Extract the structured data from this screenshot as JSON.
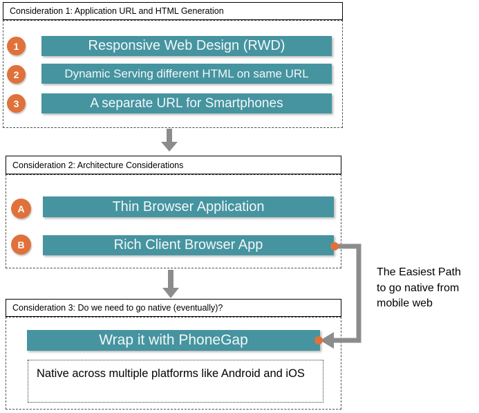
{
  "colors": {
    "teal_bar": "#4594A0",
    "orange_badge": "#E0713A",
    "gray_arrow": "#8C8C8C",
    "text": "#000000",
    "bar_text": "#F2F7F8"
  },
  "icons": {
    "down_arrow": "thick gray downward arrow",
    "elbow_arrow": "gray elbow connector with left-pointing arrowhead",
    "connector_dot": "orange endpoint dot"
  },
  "sections": [
    {
      "title": "Consideration 1: Application URL and HTML Generation",
      "items": [
        {
          "badge": "1",
          "label": "Responsive Web Design (RWD)"
        },
        {
          "badge": "2",
          "label": "Dynamic Serving different HTML on same URL"
        },
        {
          "badge": "3",
          "label": "A separate URL for Smartphones"
        }
      ]
    },
    {
      "title": "Consideration 2: Architecture Considerations",
      "items": [
        {
          "badge": "A",
          "label": "Thin Browser Application"
        },
        {
          "badge": "B",
          "label": "Rich Client Browser App"
        }
      ]
    },
    {
      "title": "Consideration 3: Do we need to go native (eventually)?",
      "items": [
        {
          "badge": "",
          "label": "Wrap it with PhoneGap"
        }
      ],
      "note": "Native across multiple platforms like Android and iOS"
    }
  ],
  "annotation": {
    "lines": [
      "The Easiest Path",
      "to go native from",
      "mobile web"
    ]
  }
}
